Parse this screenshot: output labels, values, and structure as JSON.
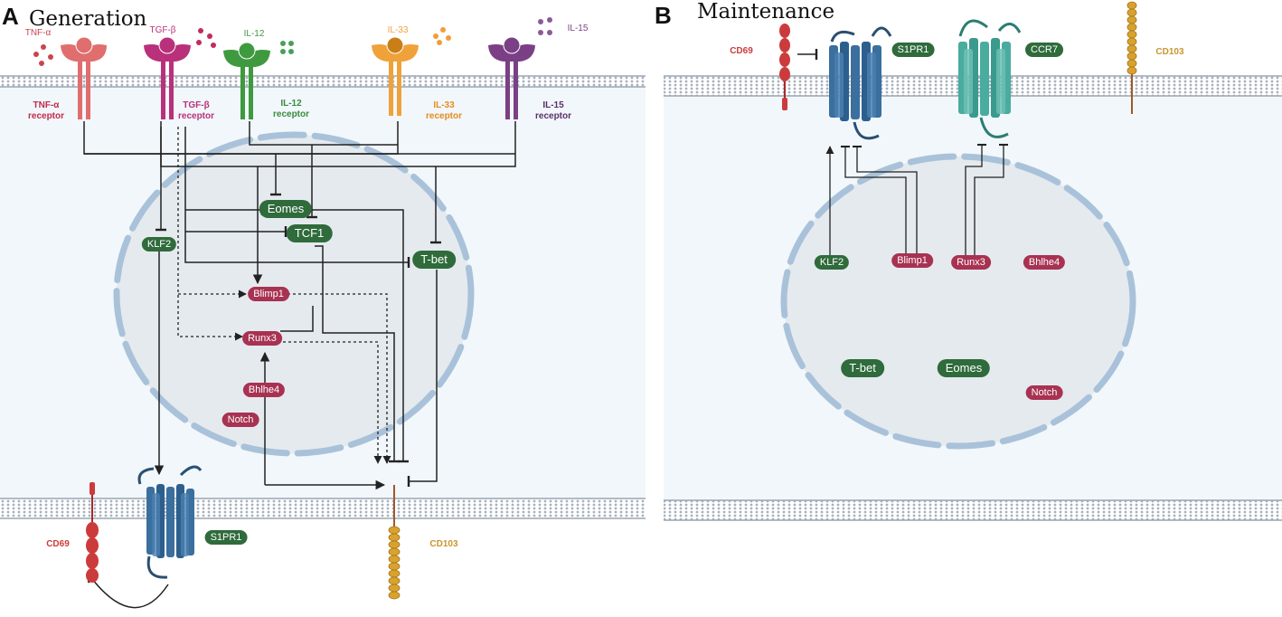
{
  "panel_a": {
    "letter": "A",
    "title": "Generation",
    "ligands": {
      "tnfa": "TNF-α",
      "tgfb": "TGF-β",
      "il12": "IL-12",
      "il33": "IL-33",
      "il15": "IL-15"
    },
    "receptors": {
      "tnfa": [
        "TNF-α",
        "receptor"
      ],
      "tgfb": [
        "TGF-β",
        "receptor"
      ],
      "il12": [
        "IL-12",
        "receptor"
      ],
      "il33": [
        "IL-33",
        "receptor"
      ],
      "il15": [
        "IL-15",
        "receptor"
      ]
    },
    "nodes": {
      "eomes": "Eomes",
      "tcf1": "TCF1",
      "tbet": "T-bet",
      "klf2": "KLF2",
      "blimp1": "Blimp1",
      "runx3": "Runx3",
      "bhlhe4": "Bhlhe4",
      "notch": "Notch"
    },
    "surface": {
      "cd69": "CD69",
      "s1pr1": "S1PR1",
      "cd103": "CD103"
    }
  },
  "panel_b": {
    "letter": "B",
    "title": "Maintenance",
    "surface": {
      "cd69": "CD69",
      "s1pr1": "S1PR1",
      "ccr7": "CCR7",
      "cd103": "CD103"
    },
    "nodes": {
      "klf2": "KLF2",
      "blimp1": "Blimp1",
      "runx3": "Runx3",
      "bhlhe4": "Bhlhe4",
      "tbet": "T-bet",
      "eomes": "Eomes",
      "notch": "Notch"
    }
  },
  "colors": {
    "green_node": "#2f6b3b",
    "red_node": "#a83251",
    "membrane": "#9aa6b4",
    "nucleus": "#e5eaef",
    "nuclear_envelope": "#a9c2d9",
    "cytoplasm": "#f1f7fb",
    "tnfa": "#e06e6e",
    "tgfb": "#b9317a",
    "il12": "#3f9a3f",
    "il33": "#f0a23a",
    "il15": "#7b3f86",
    "s1pr1": "#3a6f9e",
    "ccr7": "#3a9a8e",
    "cd69": "#cc3b3b",
    "cd103": "#d9a22e"
  }
}
